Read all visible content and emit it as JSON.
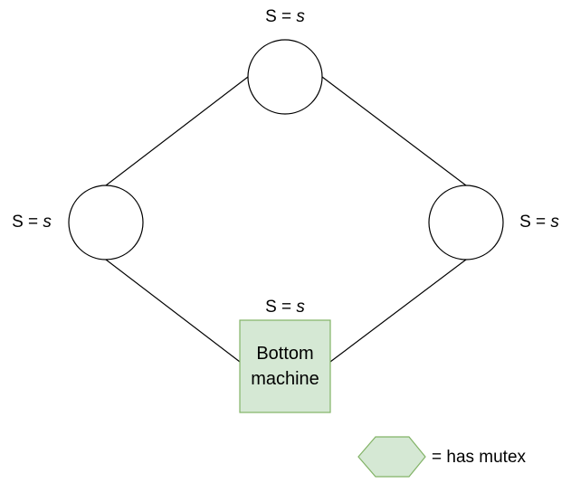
{
  "diagram": {
    "background": "#ffffff",
    "edge_color": "#000000",
    "node": {
      "fill": "#ffffff",
      "stroke": "#000000"
    },
    "machine": {
      "fill": "#d5e8d4",
      "stroke": "#82b366",
      "label": "Bottom machine"
    },
    "state_label": {
      "prefix": "S = ",
      "variable": "s"
    },
    "legend": {
      "hex_fill": "#d5e8d4",
      "hex_stroke": "#82b366",
      "text": "= has mutex"
    }
  }
}
